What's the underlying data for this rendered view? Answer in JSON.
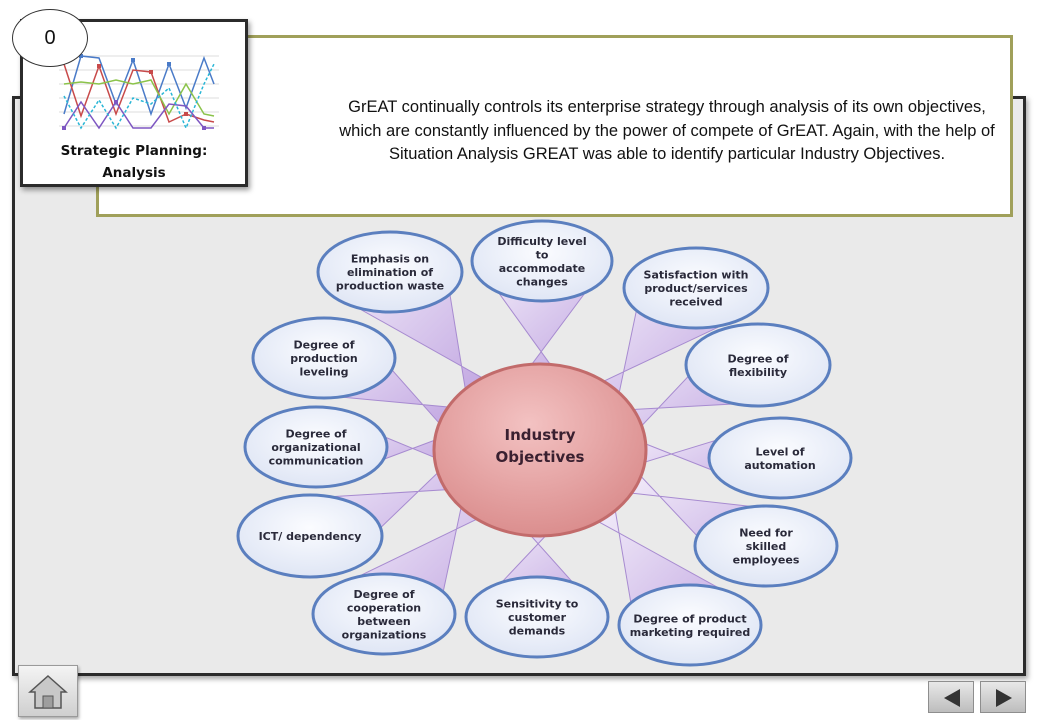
{
  "slide": {
    "number": "0",
    "thumbnail_title_line1": "Strategic Planning:",
    "thumbnail_title_line2": "Analysis",
    "intro_text": "GrEAT continually controls its enterprise strategy through analysis of its own objectives, which are constantly influenced by the power of compete of GrEAT. Again, with the help of Situation Analysis GREAT was able to identify particular Industry Objectives."
  },
  "diagram": {
    "center_label": [
      "Industry",
      "Objectives"
    ],
    "nodes": [
      {
        "lines": [
          "Difficulty level",
          "to",
          "accommodate",
          "changes"
        ]
      },
      {
        "lines": [
          "Satisfaction with",
          "product/services",
          "received"
        ]
      },
      {
        "lines": [
          "Degree of",
          "flexibility"
        ]
      },
      {
        "lines": [
          "Level of",
          "automation"
        ]
      },
      {
        "lines": [
          "Need for",
          "skilled",
          "employees"
        ]
      },
      {
        "lines": [
          "Degree of product",
          "marketing required"
        ]
      },
      {
        "lines": [
          "Sensitivity to",
          "customer",
          "demands"
        ]
      },
      {
        "lines": [
          "Degree of",
          "cooperation",
          "between",
          "organizations"
        ]
      },
      {
        "lines": [
          "ICT/ dependency"
        ]
      },
      {
        "lines": [
          "Degree of",
          "organizational",
          "communication"
        ]
      },
      {
        "lines": [
          "Degree of",
          "production",
          "leveling"
        ]
      },
      {
        "lines": [
          "Emphasis on",
          "elimination of",
          "production waste"
        ]
      }
    ]
  },
  "navigation": {
    "home_icon": "home-icon",
    "prev_icon": "triangle-left-icon",
    "next_icon": "triangle-right-icon"
  },
  "colors": {
    "center_fill": "#e4a0a0",
    "bubble_fill": "#ebeffa",
    "bubble_border": "#5b7fbf",
    "wedge_fill": "#c9b2e6"
  }
}
